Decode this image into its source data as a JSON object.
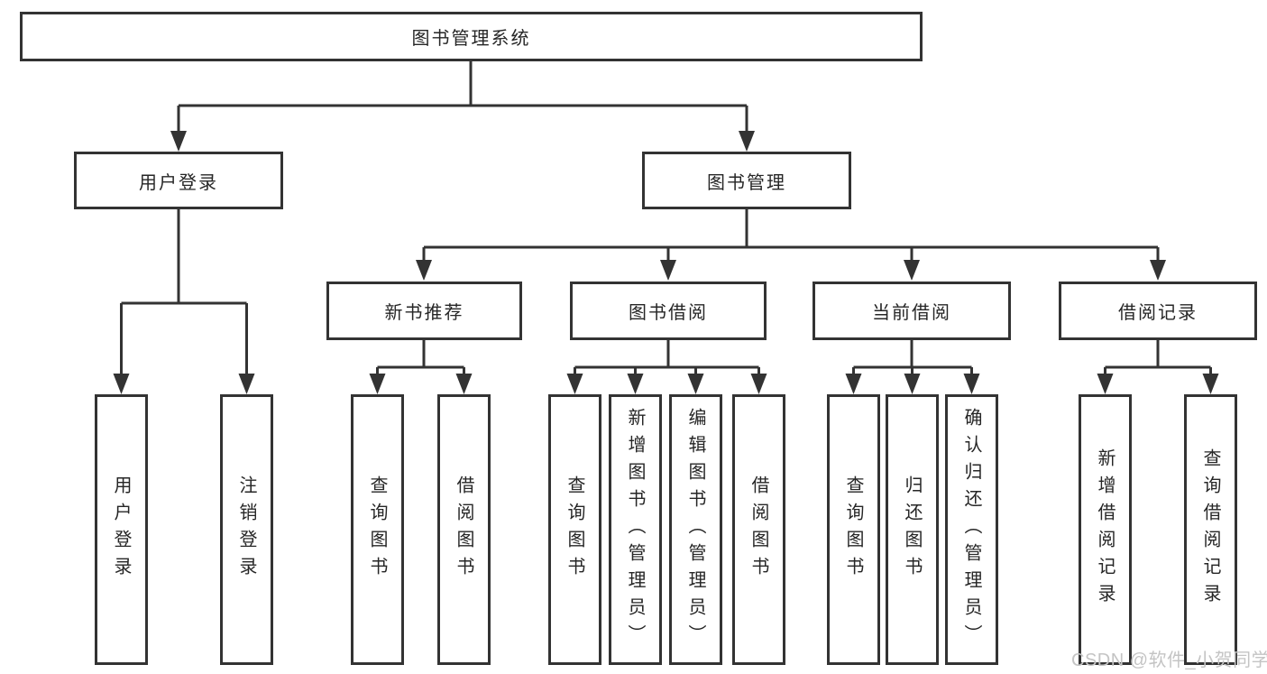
{
  "colors": {
    "background": "#ffffff",
    "line": "#333333",
    "box_border": "#333333",
    "text": "#262626",
    "watermark": "#c4c4c4"
  },
  "watermark": "CSDN @软件_小贺同学",
  "tree": {
    "root": "图书管理系统",
    "branches": [
      {
        "label": "用户登录",
        "children": [
          "用户登录",
          "注销登录"
        ]
      },
      {
        "label": "图书管理",
        "groups": [
          {
            "label": "新书推荐",
            "children": [
              "查询图书",
              "借阅图书"
            ]
          },
          {
            "label": "图书借阅",
            "children": [
              "查询图书",
              "新增图书（管理员）",
              "编辑图书（管理员）",
              "借阅图书"
            ]
          },
          {
            "label": "当前借阅",
            "children": [
              "查询图书",
              "归还图书",
              "确认归还（管理员）"
            ]
          },
          {
            "label": "借阅记录",
            "children": [
              "新增借阅记录",
              "查询借阅记录"
            ]
          }
        ]
      }
    ]
  }
}
